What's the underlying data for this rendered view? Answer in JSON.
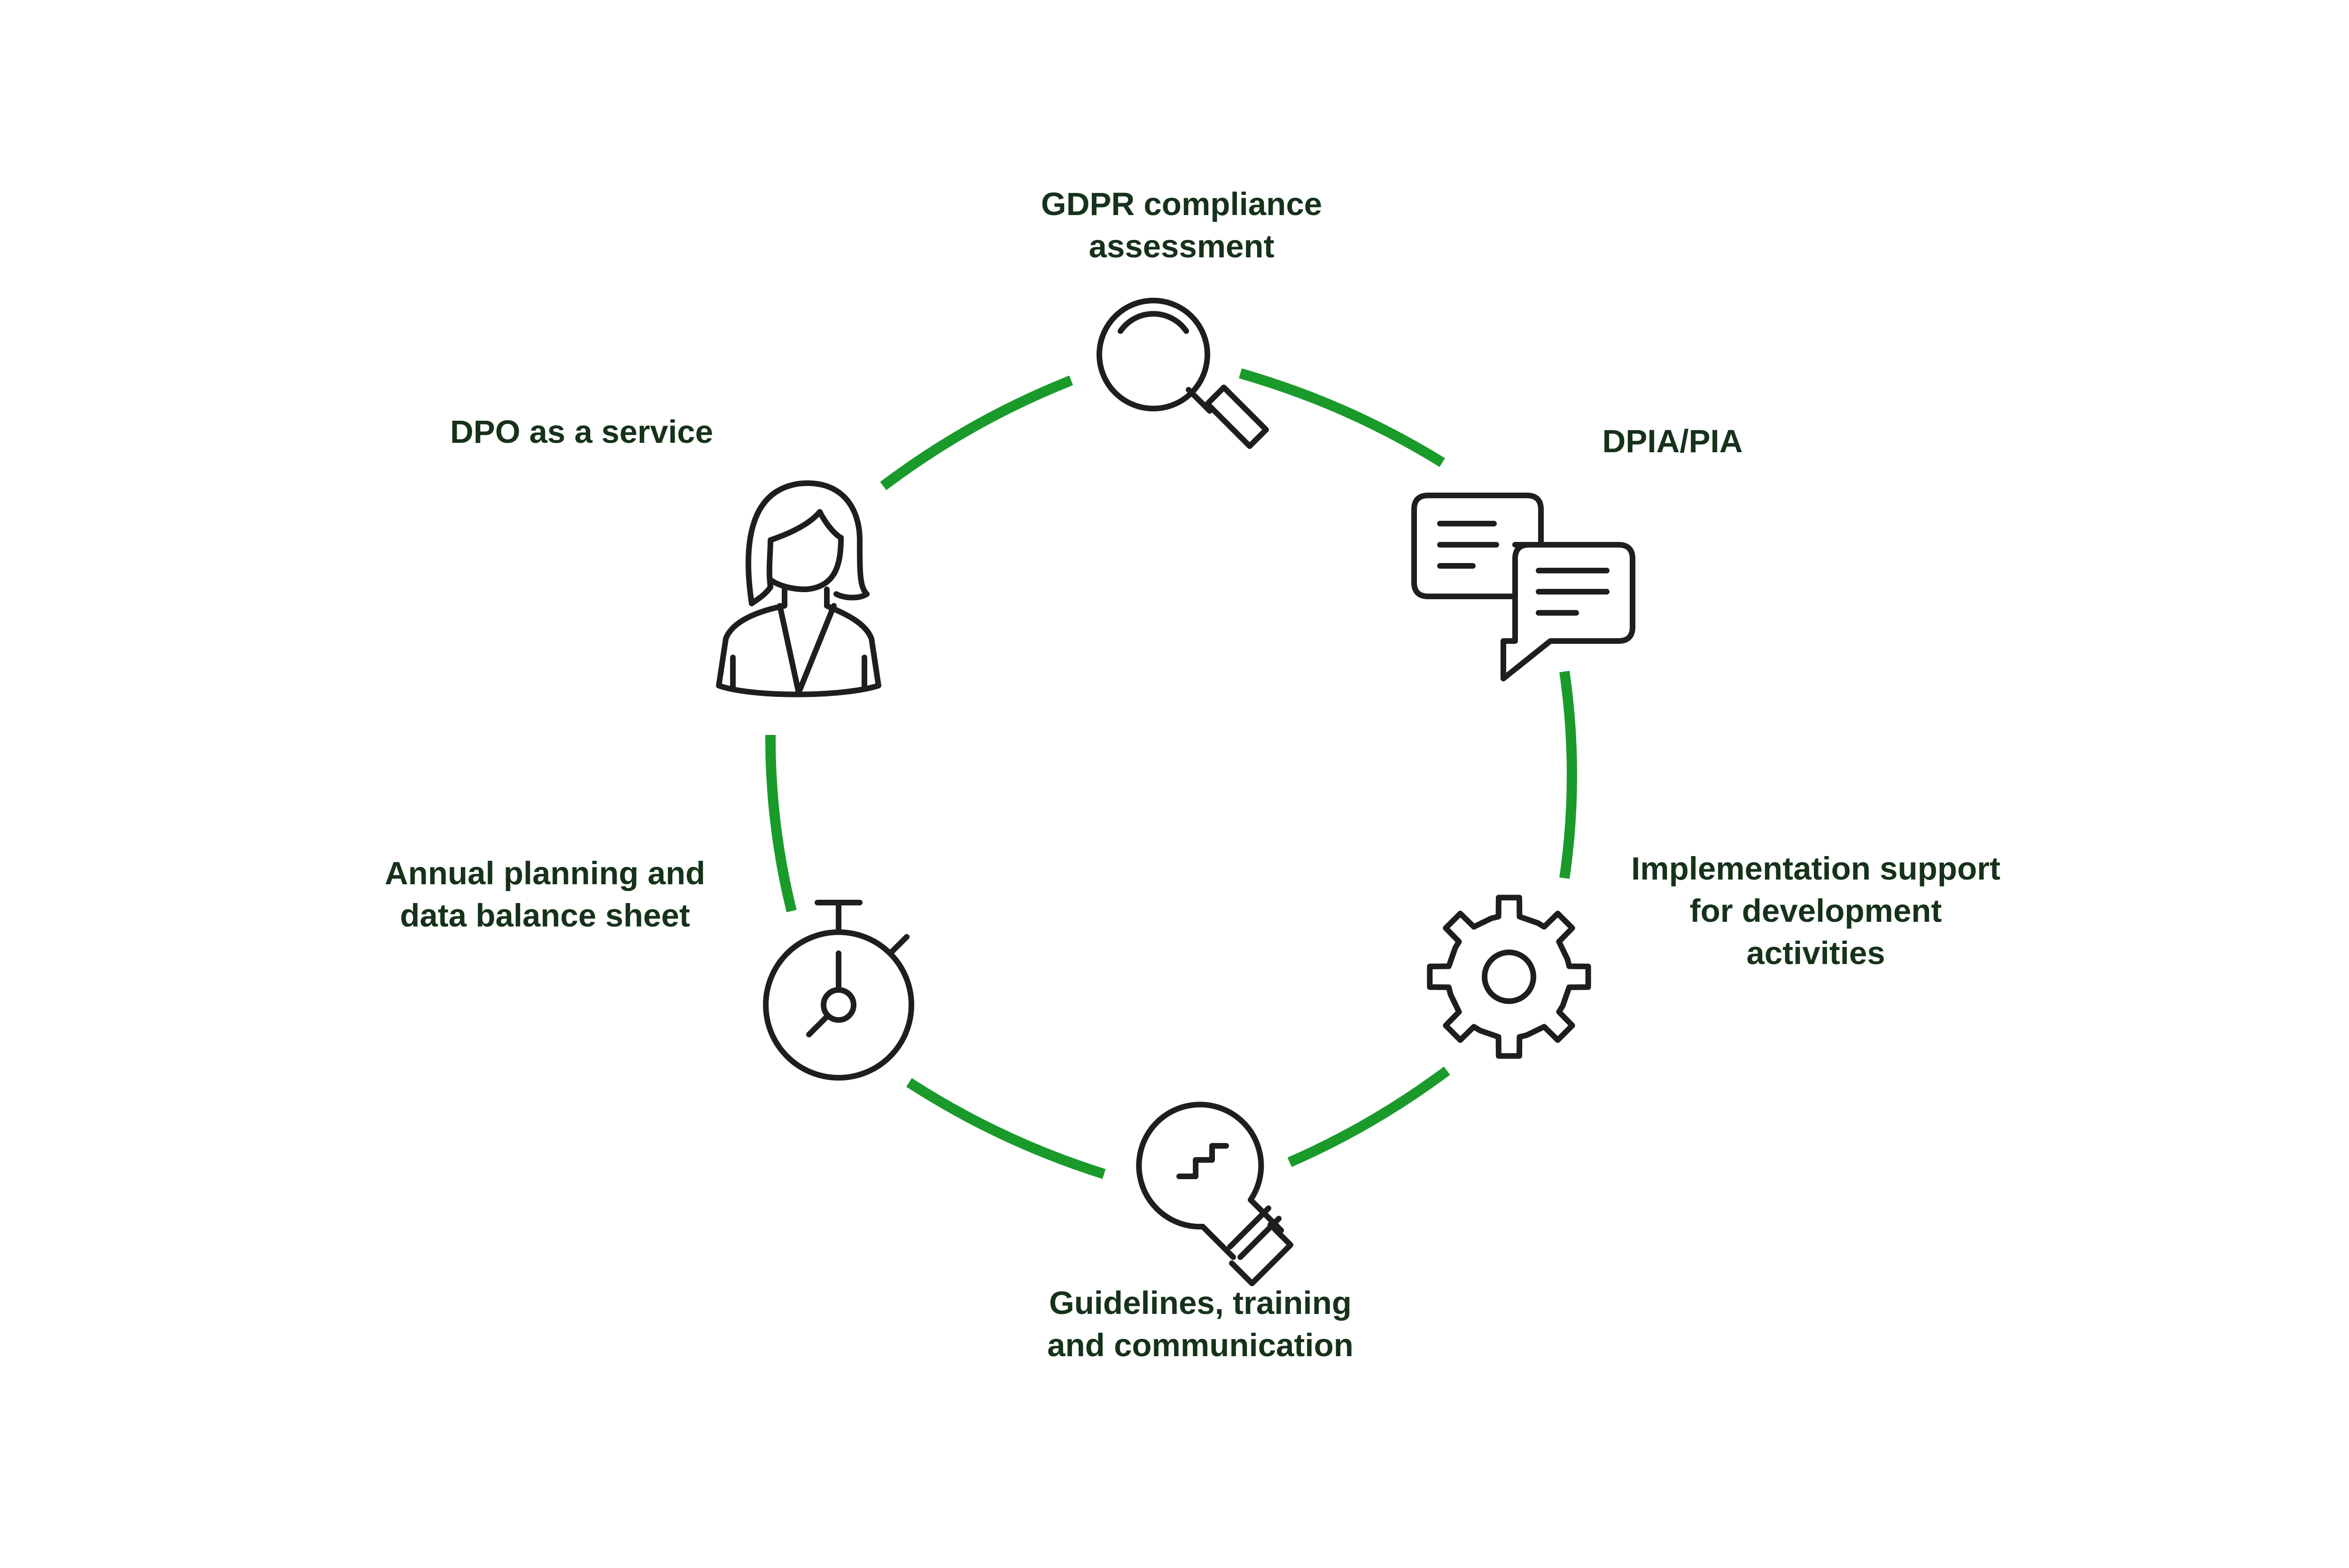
{
  "colors": {
    "ring": "#1a9a2a",
    "icon": "#1e1e1e",
    "label": "#16321a",
    "background": "#ffffff"
  },
  "steps": [
    {
      "id": "gdpr",
      "icon": "magnifier-icon",
      "lines": [
        "GDPR compliance",
        "assessment"
      ]
    },
    {
      "id": "dpia",
      "icon": "speech-bubbles-icon",
      "lines": [
        "DPIA/PIA"
      ]
    },
    {
      "id": "implementation",
      "icon": "gear-icon",
      "lines": [
        "Implementation support",
        "for development",
        "activities"
      ]
    },
    {
      "id": "guidelines",
      "icon": "lightbulb-icon",
      "lines": [
        "Guidelines, training",
        "and communication"
      ]
    },
    {
      "id": "annual",
      "icon": "stopwatch-icon",
      "lines": [
        "Annual planning and",
        "data balance sheet"
      ]
    },
    {
      "id": "dpo",
      "icon": "person-icon",
      "lines": [
        "DPO as a service"
      ]
    }
  ]
}
